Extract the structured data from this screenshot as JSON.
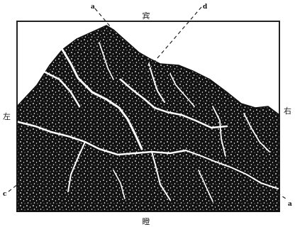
{
  "diagram": {
    "labels": {
      "top": "宾",
      "bottom": "瞪",
      "left": "左",
      "right": "右"
    },
    "points": {
      "top_left": "a",
      "top_right": "d",
      "bottom_left": "c",
      "bottom_right": "a"
    },
    "colors": {
      "ink": "#111111",
      "paper": "#ffffff",
      "frame": "#222222"
    }
  }
}
